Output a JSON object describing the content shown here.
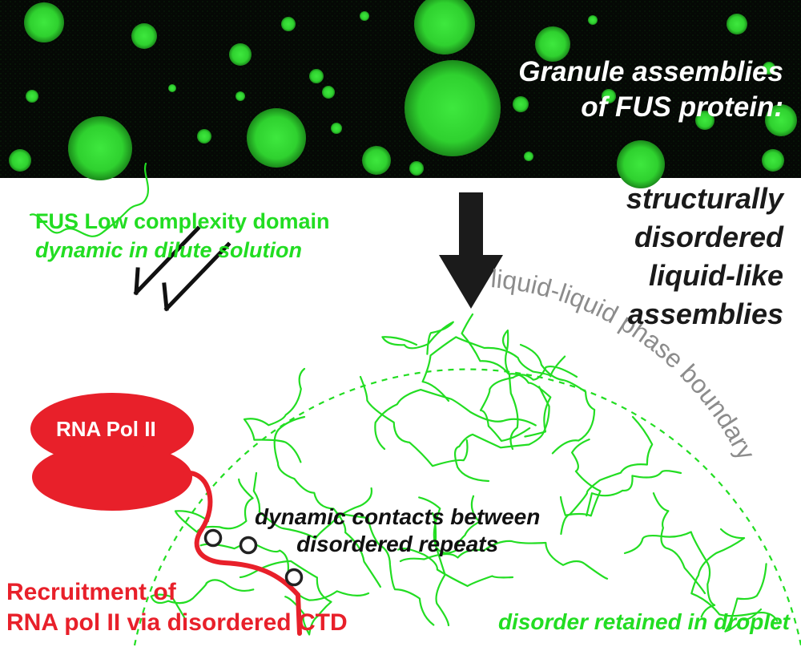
{
  "micrograph": {
    "title_line1": "Granule assemblies",
    "title_line2": "of FUS protein:"
  },
  "assembly": {
    "line1": "structurally",
    "line2": "disordered",
    "line3": "liquid-like",
    "line4": "assemblies"
  },
  "lcd": {
    "name": "FUS Low complexity domain",
    "state": "dynamic in dilute solution"
  },
  "boundary_label": "liquid-liquid phase boundary",
  "polymerase_label": "RNA Pol II",
  "contacts": {
    "line1": "dynamic contacts between",
    "line2": "disordered repeats"
  },
  "recruitment": {
    "line1": "Recruitment of",
    "line2": "RNA pol II via disordered CTD"
  },
  "droplet_note": "disorder retained in droplet",
  "colors": {
    "micrograph_bg": "#050805",
    "granule_green": "#35d935",
    "chain_green": "#22dd22",
    "polymerase_red": "#e8202a",
    "boundary_grey": "#8c8c8c",
    "text_dark": "#1a1a1a"
  }
}
